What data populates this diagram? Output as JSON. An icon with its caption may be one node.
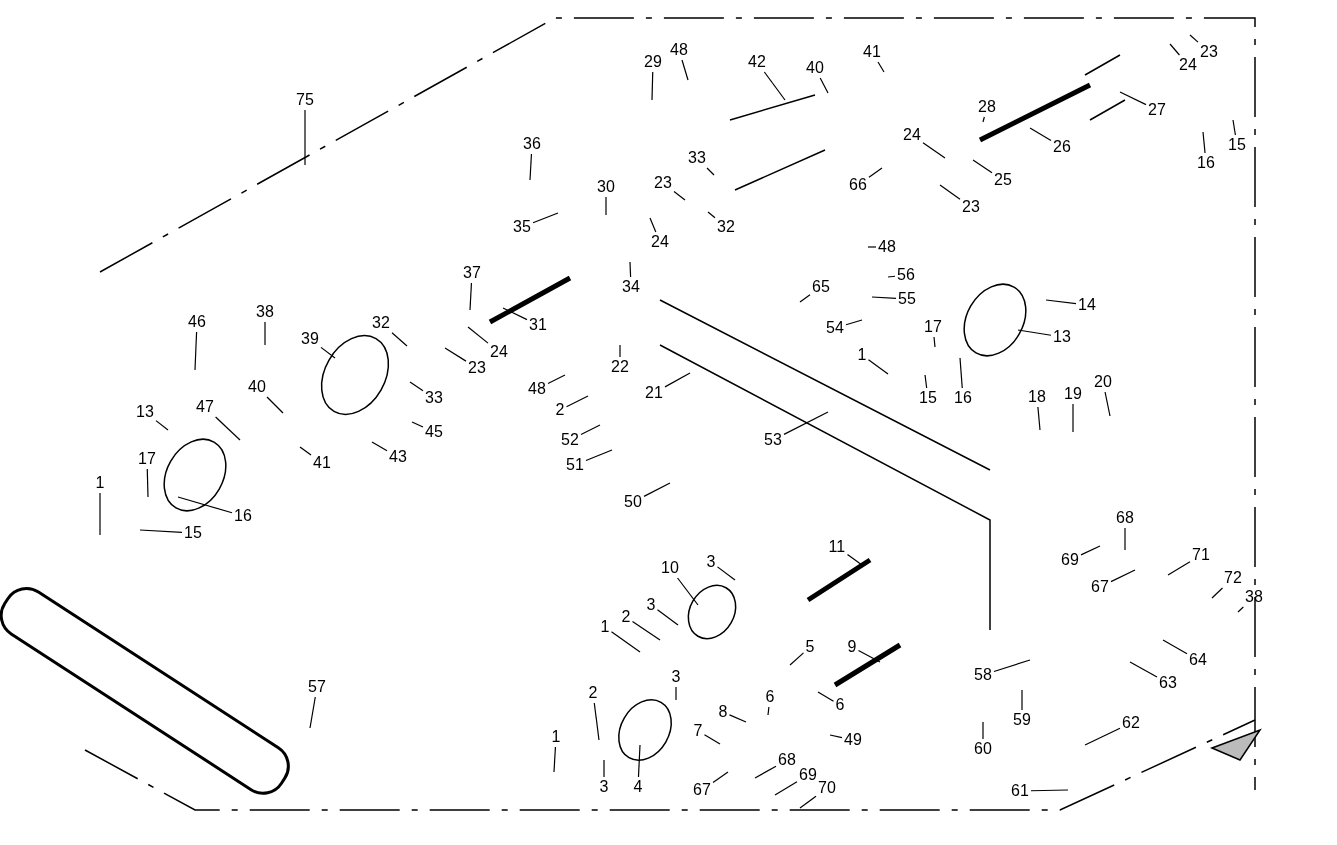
{
  "diagram": {
    "nodes": [
      {
        "text": [
          "75"
        ]
      },
      {
        "text": [
          "29"
        ]
      },
      {
        "text": [
          "48"
        ]
      },
      {
        "text": [
          "42"
        ]
      },
      {
        "text": [
          "40"
        ]
      },
      {
        "text": [
          "41"
        ]
      },
      {
        "text": [
          "23"
        ]
      },
      {
        "text": [
          "24"
        ]
      },
      {
        "text": [
          "27"
        ]
      },
      {
        "text": [
          "28"
        ]
      },
      {
        "text": [
          "26"
        ]
      },
      {
        "text": [
          "15"
        ]
      },
      {
        "text": [
          "16"
        ]
      },
      {
        "text": [
          "36"
        ]
      },
      {
        "text": [
          "33"
        ]
      },
      {
        "text": [
          "30"
        ]
      },
      {
        "text": [
          "23"
        ]
      },
      {
        "text": [
          "24"
        ]
      },
      {
        "text": [
          "25"
        ]
      },
      {
        "text": [
          "23"
        ]
      },
      {
        "text": [
          "66"
        ]
      },
      {
        "text": [
          "35"
        ]
      },
      {
        "text": [
          "24"
        ]
      },
      {
        "text": [
          "32"
        ]
      },
      {
        "text": [
          "34"
        ]
      },
      {
        "text": [
          "37"
        ]
      },
      {
        "text": [
          "48"
        ]
      },
      {
        "text": [
          "56"
        ]
      },
      {
        "text": [
          "55"
        ]
      },
      {
        "text": [
          "65"
        ]
      },
      {
        "text": [
          "14"
        ]
      },
      {
        "text": [
          "38"
        ]
      },
      {
        "text": [
          "32"
        ]
      },
      {
        "text": [
          "31"
        ]
      },
      {
        "text": [
          "22"
        ]
      },
      {
        "text": [
          "54"
        ]
      },
      {
        "text": [
          "17"
        ]
      },
      {
        "text": [
          "13"
        ]
      },
      {
        "text": [
          "46"
        ]
      },
      {
        "text": [
          "39"
        ]
      },
      {
        "text": [
          "24"
        ]
      },
      {
        "text": [
          "23"
        ]
      },
      {
        "text": [
          "1"
        ]
      },
      {
        "text": [
          "48"
        ]
      },
      {
        "text": [
          "15"
        ]
      },
      {
        "text": [
          "16"
        ]
      },
      {
        "text": [
          "33"
        ]
      },
      {
        "text": [
          "2"
        ]
      },
      {
        "text": [
          "18"
        ]
      },
      {
        "text": [
          "19"
        ]
      },
      {
        "text": [
          "20"
        ]
      },
      {
        "text": [
          "40"
        ]
      },
      {
        "text": [
          "47"
        ]
      },
      {
        "text": [
          "13"
        ]
      },
      {
        "text": [
          "45"
        ]
      },
      {
        "text": [
          "21"
        ]
      },
      {
        "text": [
          "52"
        ]
      },
      {
        "text": [
          "53"
        ]
      },
      {
        "text": [
          "43"
        ]
      },
      {
        "text": [
          "41"
        ]
      },
      {
        "text": [
          "51"
        ]
      },
      {
        "text": [
          "17"
        ]
      },
      {
        "text": [
          "1"
        ]
      },
      {
        "text": [
          "16"
        ]
      },
      {
        "text": [
          "50"
        ]
      },
      {
        "text": [
          "15"
        ]
      },
      {
        "text": [
          "68"
        ]
      },
      {
        "text": [
          "69"
        ]
      },
      {
        "text": [
          "3"
        ]
      },
      {
        "text": [
          "11"
        ]
      },
      {
        "text": [
          "71"
        ]
      },
      {
        "text": [
          "10"
        ]
      },
      {
        "text": [
          "67"
        ]
      },
      {
        "text": [
          "72"
        ]
      },
      {
        "text": [
          "38"
        ]
      },
      {
        "text": [
          "3"
        ]
      },
      {
        "text": [
          "1"
        ]
      },
      {
        "text": [
          "2"
        ]
      },
      {
        "text": [
          "5"
        ]
      },
      {
        "text": [
          "9"
        ]
      },
      {
        "text": [
          "64"
        ]
      },
      {
        "text": [
          "63"
        ]
      },
      {
        "text": [
          "58"
        ]
      },
      {
        "text": [
          "57"
        ]
      },
      {
        "text": [
          "3"
        ]
      },
      {
        "text": [
          "6"
        ]
      },
      {
        "text": [
          "6"
        ]
      },
      {
        "text": [
          "59"
        ]
      },
      {
        "text": [
          "8"
        ]
      },
      {
        "text": [
          "7"
        ]
      },
      {
        "text": [
          "62"
        ]
      },
      {
        "text": [
          "49"
        ]
      },
      {
        "text": [
          "60"
        ]
      },
      {
        "text": [
          "2"
        ]
      },
      {
        "text": [
          "1"
        ]
      },
      {
        "text": [
          "68"
        ]
      },
      {
        "text": [
          "69"
        ]
      },
      {
        "text": [
          "67"
        ]
      },
      {
        "text": [
          "3"
        ]
      },
      {
        "text": [
          "4"
        ]
      },
      {
        "text": [
          "70"
        ]
      },
      {
        "text": [
          "61"
        ]
      }
    ],
    "edges": [
      {
        "from": 0,
        "to": null,
        "arrow": "none"
      },
      {
        "from": 1,
        "to": null,
        "arrow": "none"
      },
      {
        "from": 2,
        "to": null,
        "arrow": "none"
      },
      {
        "from": 3,
        "to": null,
        "arrow": "none"
      },
      {
        "from": 4,
        "to": null,
        "arrow": "none"
      },
      {
        "from": 5,
        "to": null,
        "arrow": "none"
      },
      {
        "from": 6,
        "to": null,
        "arrow": "none"
      },
      {
        "from": 7,
        "to": null,
        "arrow": "none"
      },
      {
        "from": 8,
        "to": null,
        "arrow": "none"
      },
      {
        "from": 9,
        "to": null,
        "arrow": "none"
      },
      {
        "from": 10,
        "to": null,
        "arrow": "none"
      },
      {
        "from": 11,
        "to": null,
        "arrow": "none"
      },
      {
        "from": 12,
        "to": null,
        "arrow": "none"
      },
      {
        "from": 13,
        "to": null,
        "arrow": "none"
      },
      {
        "from": 14,
        "to": null,
        "arrow": "none"
      },
      {
        "from": 15,
        "to": null,
        "arrow": "none"
      },
      {
        "from": 16,
        "to": null,
        "arrow": "none"
      },
      {
        "from": 17,
        "to": null,
        "arrow": "none"
      },
      {
        "from": 18,
        "to": null,
        "arrow": "none"
      },
      {
        "from": 19,
        "to": null,
        "arrow": "none"
      },
      {
        "from": 20,
        "to": null,
        "arrow": "none"
      },
      {
        "from": 21,
        "to": null,
        "arrow": "none"
      },
      {
        "from": 22,
        "to": null,
        "arrow": "none"
      },
      {
        "from": 23,
        "to": null,
        "arrow": "none"
      },
      {
        "from": 24,
        "to": null,
        "arrow": "none"
      },
      {
        "from": 25,
        "to": null,
        "arrow": "none"
      },
      {
        "from": 26,
        "to": null,
        "arrow": "none"
      },
      {
        "from": 27,
        "to": null,
        "arrow": "none"
      },
      {
        "from": 28,
        "to": null,
        "arrow": "none"
      },
      {
        "from": 29,
        "to": null,
        "arrow": "none"
      },
      {
        "from": 30,
        "to": null,
        "arrow": "none"
      },
      {
        "from": 31,
        "to": null,
        "arrow": "none"
      },
      {
        "from": 32,
        "to": null,
        "arrow": "none"
      },
      {
        "from": 33,
        "to": null,
        "arrow": "none"
      },
      {
        "from": 34,
        "to": null,
        "arrow": "none"
      },
      {
        "from": 35,
        "to": null,
        "arrow": "none"
      },
      {
        "from": 36,
        "to": null,
        "arrow": "none"
      },
      {
        "from": 37,
        "to": null,
        "arrow": "none"
      },
      {
        "from": 38,
        "to": null,
        "arrow": "none"
      },
      {
        "from": 39,
        "to": null,
        "arrow": "none"
      },
      {
        "from": 40,
        "to": null,
        "arrow": "none"
      },
      {
        "from": 41,
        "to": null,
        "arrow": "none"
      },
      {
        "from": 42,
        "to": null,
        "arrow": "none"
      },
      {
        "from": 43,
        "to": null,
        "arrow": "none"
      },
      {
        "from": 44,
        "to": null,
        "arrow": "none"
      },
      {
        "from": 45,
        "to": null,
        "arrow": "none"
      },
      {
        "from": 46,
        "to": null,
        "arrow": "none"
      },
      {
        "from": 47,
        "to": null,
        "arrow": "none"
      },
      {
        "from": 48,
        "to": null,
        "arrow": "none"
      },
      {
        "from": 49,
        "to": null,
        "arrow": "none"
      },
      {
        "from": 50,
        "to": null,
        "arrow": "none"
      },
      {
        "from": 51,
        "to": null,
        "arrow": "none"
      },
      {
        "from": 52,
        "to": null,
        "arrow": "none"
      },
      {
        "from": 53,
        "to": null,
        "arrow": "none"
      },
      {
        "from": 54,
        "to": null,
        "arrow": "none"
      },
      {
        "from": 55,
        "to": null,
        "arrow": "none"
      },
      {
        "from": 56,
        "to": null,
        "arrow": "none"
      },
      {
        "from": 57,
        "to": null,
        "arrow": "none"
      },
      {
        "from": 58,
        "to": null,
        "arrow": "none"
      },
      {
        "from": 59,
        "to": null,
        "arrow": "none"
      },
      {
        "from": 60,
        "to": null,
        "arrow": "none"
      },
      {
        "from": 61,
        "to": null,
        "arrow": "none"
      },
      {
        "from": 62,
        "to": null,
        "arrow": "none"
      },
      {
        "from": 63,
        "to": null,
        "arrow": "none"
      },
      {
        "from": 64,
        "to": null,
        "arrow": "none"
      },
      {
        "from": 65,
        "to": null,
        "arrow": "none"
      },
      {
        "from": 66,
        "to": null,
        "arrow": "none"
      },
      {
        "from": 67,
        "to": null,
        "arrow": "none"
      },
      {
        "from": 68,
        "to": null,
        "arrow": "none"
      },
      {
        "from": 69,
        "to": null,
        "arrow": "none"
      },
      {
        "from": 70,
        "to": null,
        "arrow": "none"
      },
      {
        "from": 71,
        "to": null,
        "arrow": "none"
      },
      {
        "from": 72,
        "to": null,
        "arrow": "none"
      },
      {
        "from": 73,
        "to": null,
        "arrow": "none"
      },
      {
        "from": 74,
        "to": null,
        "arrow": "none"
      },
      {
        "from": 75,
        "to": null,
        "arrow": "none"
      },
      {
        "from": 76,
        "to": null,
        "arrow": "none"
      },
      {
        "from": 77,
        "to": null,
        "arrow": "none"
      },
      {
        "from": 78,
        "to": null,
        "arrow": "none"
      },
      {
        "from": 79,
        "to": null,
        "arrow": "none"
      },
      {
        "from": 80,
        "to": null,
        "arrow": "none"
      },
      {
        "from": 81,
        "to": null,
        "arrow": "none"
      },
      {
        "from": 82,
        "to": null,
        "arrow": "none"
      },
      {
        "from": 83,
        "to": null,
        "arrow": "none"
      },
      {
        "from": 84,
        "to": null,
        "arrow": "none"
      },
      {
        "from": 85,
        "to": null,
        "arrow": "none"
      },
      {
        "from": 86,
        "to": null,
        "arrow": "none"
      },
      {
        "from": 87,
        "to": null,
        "arrow": "none"
      },
      {
        "from": 88,
        "to": null,
        "arrow": "none"
      },
      {
        "from": 89,
        "to": null,
        "arrow": "none"
      },
      {
        "from": 90,
        "to": null,
        "arrow": "none"
      },
      {
        "from": 91,
        "to": null,
        "arrow": "none"
      },
      {
        "from": 92,
        "to": null,
        "arrow": "none"
      },
      {
        "from": 93,
        "to": null,
        "arrow": "none"
      },
      {
        "from": 94,
        "to": null,
        "arrow": "none"
      },
      {
        "from": 95,
        "to": null,
        "arrow": "none"
      },
      {
        "from": 96,
        "to": null,
        "arrow": "none"
      },
      {
        "from": 97,
        "to": null,
        "arrow": "none"
      },
      {
        "from": 98,
        "to": null,
        "arrow": "none"
      },
      {
        "from": 99,
        "to": null,
        "arrow": "none"
      },
      {
        "from": 100,
        "to": null,
        "arrow": "none"
      },
      {
        "from": 101,
        "to": null,
        "arrow": "none"
      }
    ]
  }
}
